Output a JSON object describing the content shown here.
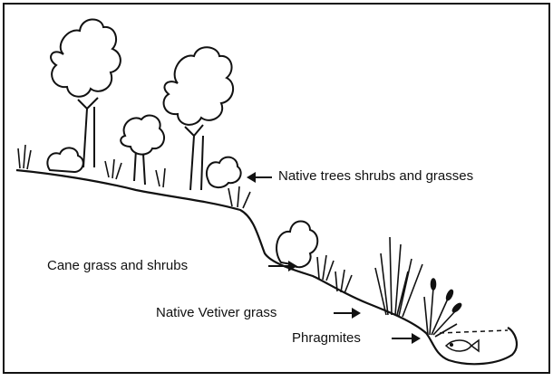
{
  "diagram": {
    "labels": {
      "native_trees": "Native trees shrubs and grasses",
      "cane_grass": "Cane grass and shrubs",
      "vetiver": "Native Vetiver grass",
      "phragmites": "Phragmites"
    }
  }
}
